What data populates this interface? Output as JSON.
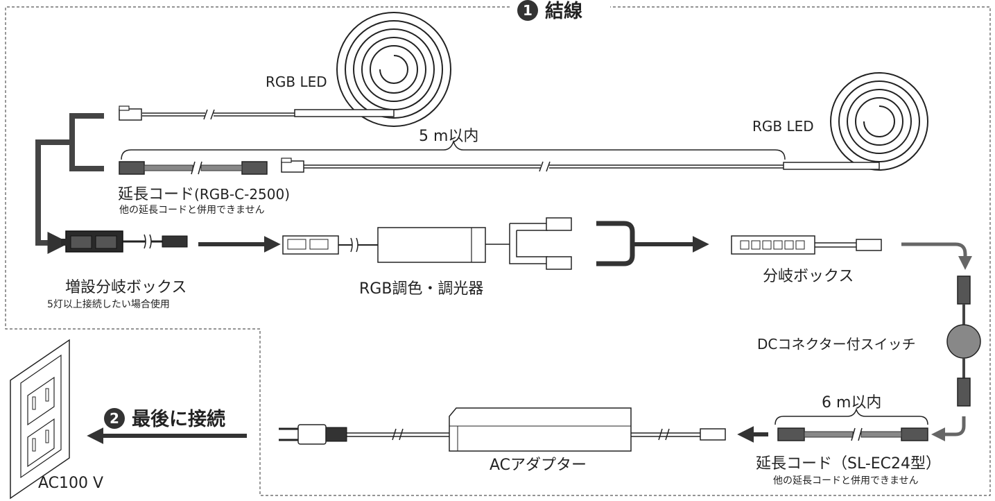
{
  "section1": {
    "number": "1",
    "title": "結線"
  },
  "section2": {
    "number": "2",
    "title": "最後に接続"
  },
  "labels": {
    "rgb_led_top": "RGB LED",
    "rgb_led_right": "RGB LED",
    "span_5m": "5 m以内",
    "ext_cord_title": "延長コード",
    "ext_cord_model": "(RGB-C-2500)",
    "ext_cord_note": "他の延長コードと併用できません",
    "add_box_title": "増設分岐ボックス",
    "add_box_note": "5灯以上接続したい場合使用",
    "controller": "RGB調色・調光器",
    "branch_box": "分岐ボックス",
    "dc_switch": "DCコネクター付スイッチ",
    "span_6m": "6 m以内",
    "ac_adapter": "ACアダプター",
    "ext_cord2_title": "延長コード（SL-EC24型）",
    "ext_cord2_note": "他の延長コードと併用できません",
    "outlet": "AC100 V"
  }
}
